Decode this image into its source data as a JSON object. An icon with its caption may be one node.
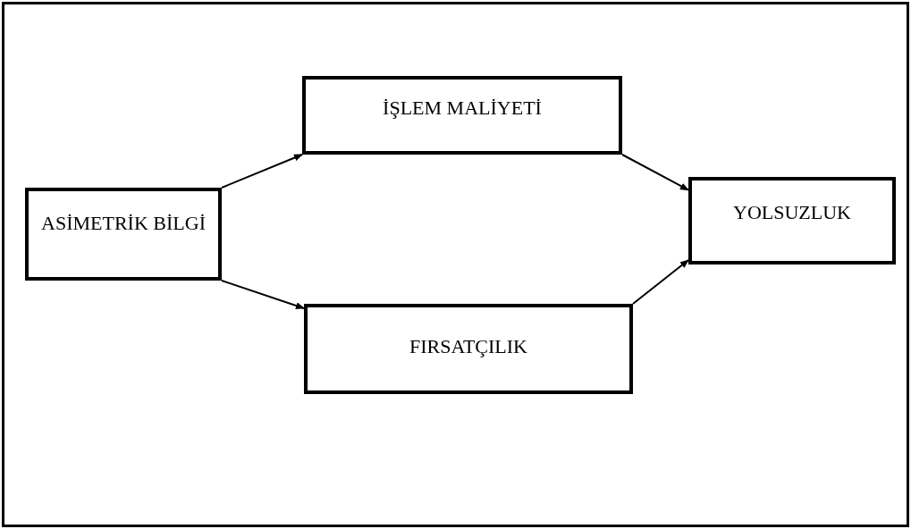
{
  "diagram": {
    "nodes": [
      {
        "text": [
          "ASİMETRİK BİLGİ"
        ]
      },
      {
        "text": [
          "İŞLEM MALİYETİ"
        ]
      },
      {
        "text": [
          "FIRSATÇILIK"
        ]
      },
      {
        "text": [
          "YOLSUZLUK"
        ]
      }
    ],
    "edges": [
      {
        "from": 0,
        "to": 1,
        "arrow": "to"
      },
      {
        "from": 0,
        "to": 2,
        "arrow": "to"
      },
      {
        "from": 1,
        "to": 3,
        "arrow": "to"
      },
      {
        "from": 2,
        "to": 3,
        "arrow": "to"
      }
    ]
  }
}
